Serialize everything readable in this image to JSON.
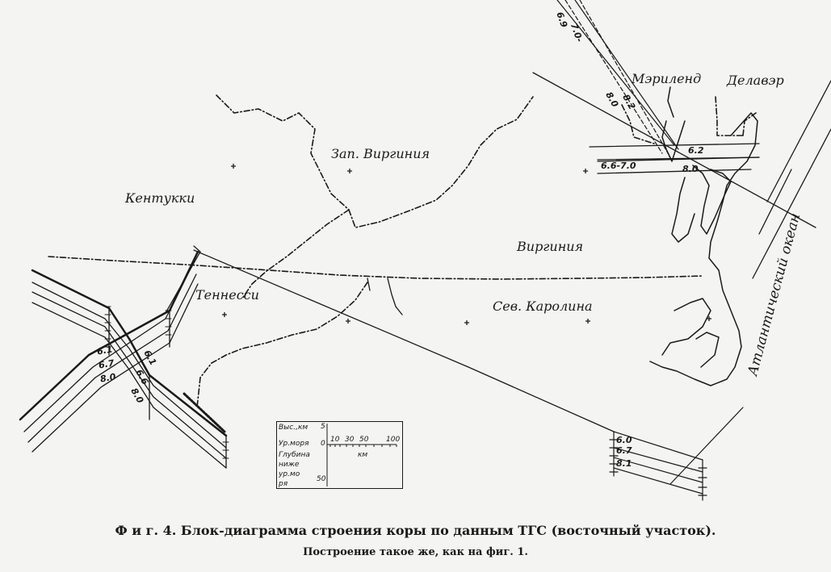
{
  "states": {
    "kentucky": "Кентукки",
    "west_virginia": "Зап. Виргиния",
    "virginia": "Виргиния",
    "tennessee": "Теннесси",
    "north_carolina": "Сев. Каролина",
    "maryland": "Мэриленд",
    "delaware": "Делавэр"
  },
  "ocean": "Атлантический океан",
  "velocities": {
    "ne_top_a": "6.9",
    "ne_top_b": "7.0-",
    "ne_mid_a": "8.2",
    "ne_mid_b": "8.0",
    "ne_62": "6.2",
    "ne_66_70": "6.6-7.0",
    "ne_80": "8.0",
    "w_61a": "6.1",
    "w_67": "6.7",
    "w_80a": "8.0",
    "w_61b": "6.1",
    "w_66": "6.6",
    "w_80b": "8.0",
    "se_60": "6.0",
    "se_67": "6.7",
    "se_81": "8.1"
  },
  "scale": {
    "height_label": "Выс.,км",
    "height_val": "5",
    "sea_level": "Ур.моря",
    "zero": "0",
    "depth_label_1": "Глубина",
    "depth_label_2": "ниже",
    "depth_label_3": "ур.мо",
    "depth_label_4": "ря",
    "depth_val": "50",
    "ticks": [
      "10",
      "30",
      "50",
      "100"
    ],
    "unit": "км"
  },
  "caption": {
    "title": "Ф и г. 4. Блок-диаграмма строения коры по данным ТГС (восточный участок).",
    "subtitle": "Построение такое же, как на фиг. 1."
  }
}
